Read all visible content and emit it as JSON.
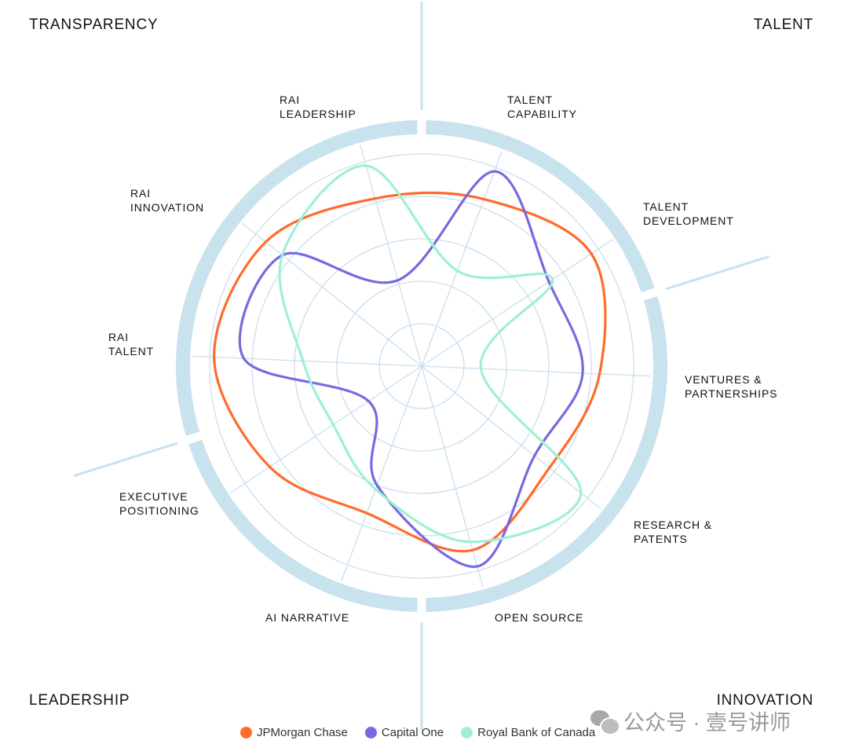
{
  "corners": {
    "top_left": "TRANSPARENCY",
    "top_right": "TALENT",
    "bottom_left": "LEADERSHIP",
    "bottom_right": "INNOVATION"
  },
  "chart_data": {
    "type": "radar",
    "title": "",
    "axes": [
      "VENTURES & PARTNERSHIPS",
      "RESEARCH & PATENTS",
      "OPEN SOURCE",
      "AI NARRATIVE",
      "EXECUTIVE POSITIONING",
      "RAI TALENT",
      "RAI INNOVATION",
      "RAI LEADERSHIP",
      "TALENT CAPABILITY",
      "TALENT DEVELOPMENT"
    ],
    "axis_labels_display": [
      "VENTURES &\nPARTNERSHIPS",
      "RESEARCH &\nPATENTS",
      "OPEN SOURCE",
      "AI NARRATIVE",
      "EXECUTIVE\nPOSITIONING",
      "RAI\nTALENT",
      "RAI\nINNOVATION",
      "RAI\nLEADERSHIP",
      "TALENT\nCAPABILITY",
      "TALENT\nDEVELOPMENT"
    ],
    "range": [
      0,
      5
    ],
    "rings": 5,
    "series": [
      {
        "name": "JPMorgan Chase",
        "color": "#ff6b2c",
        "values": [
          4.2,
          3.85,
          4.5,
          3.7,
          4.3,
          4.9,
          4.7,
          4.1,
          4.2,
          4.8
        ]
      },
      {
        "name": "Capital One",
        "color": "#7a68e0",
        "values": [
          3.8,
          3.4,
          4.9,
          3.0,
          1.5,
          4.2,
          4.2,
          2.1,
          4.9,
          3.6
        ]
      },
      {
        "name": "Royal Bank of Canada",
        "color": "#9ff0d2",
        "values": [
          1.4,
          4.8,
          4.3,
          3.1,
          2.5,
          2.8,
          4.2,
          4.9,
          2.4,
          3.7
        ]
      }
    ],
    "legend_position": "bottom"
  },
  "watermark": "公众号 · 壹号讲师"
}
